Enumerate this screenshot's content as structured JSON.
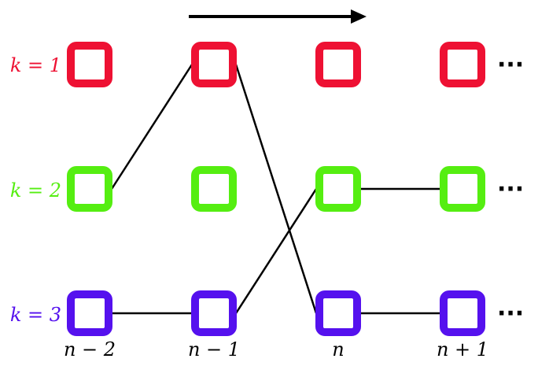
{
  "rows": [
    {
      "label": "k = 1",
      "color": "#ee1133"
    },
    {
      "label": "k = 2",
      "color": "#55ee11"
    },
    {
      "label": "k = 3",
      "color": "#5511ee"
    }
  ],
  "columns": [
    {
      "label": "n − 2"
    },
    {
      "label": "n − 1"
    },
    {
      "label": "n"
    },
    {
      "label": "n + 1"
    }
  ],
  "ellipsis": "···",
  "edges": [
    {
      "from": {
        "col": 0,
        "row": 1
      },
      "to": {
        "col": 1,
        "row": 0
      }
    },
    {
      "from": {
        "col": 1,
        "row": 0
      },
      "to": {
        "col": 2,
        "row": 2
      }
    },
    {
      "from": {
        "col": 0,
        "row": 2
      },
      "to": {
        "col": 1,
        "row": 2
      }
    },
    {
      "from": {
        "col": 1,
        "row": 2
      },
      "to": {
        "col": 2,
        "row": 1
      }
    },
    {
      "from": {
        "col": 2,
        "row": 1
      },
      "to": {
        "col": 3,
        "row": 1
      }
    },
    {
      "from": {
        "col": 2,
        "row": 2
      },
      "to": {
        "col": 3,
        "row": 2
      }
    }
  ],
  "arrow_color": "#000000",
  "edge_color": "#000000"
}
